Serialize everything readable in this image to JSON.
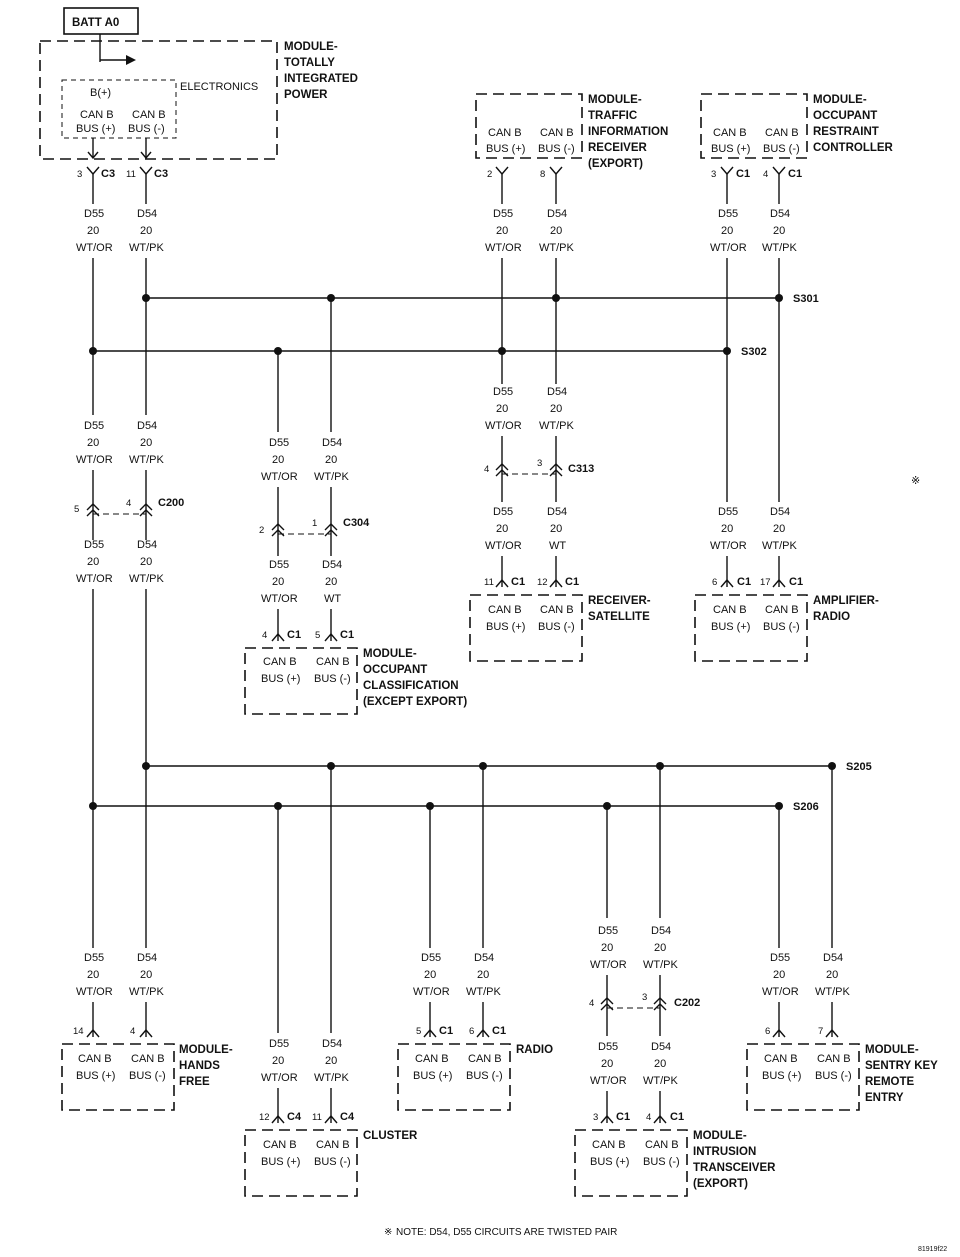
{
  "batt_label": "BATT A0",
  "electronics_label": "ELECTRONICS",
  "b_plus": "B(+)",
  "can_b": "CAN B",
  "bus_plus": "BUS (+)",
  "bus_minus": "BUS (-)",
  "modules": {
    "tipm": [
      "MODULE-",
      "TOTALLY",
      "INTEGRATED",
      "POWER"
    ],
    "traffic": [
      "MODULE-",
      "TRAFFIC",
      "INFORMATION",
      "RECEIVER",
      "(EXPORT)"
    ],
    "orc": [
      "MODULE-",
      "OCCUPANT",
      "RESTRAINT",
      "CONTROLLER"
    ],
    "receiver_sat": [
      "RECEIVER-",
      "SATELLITE"
    ],
    "amplifier": [
      "AMPLIFIER-",
      "RADIO"
    ],
    "occ_class": [
      "MODULE-",
      "OCCUPANT",
      "CLASSIFICATION",
      "(EXCEPT EXPORT)"
    ],
    "hands_free": [
      "MODULE-",
      "HANDS",
      "FREE"
    ],
    "cluster": [
      "CLUSTER"
    ],
    "radio": [
      "RADIO"
    ],
    "intrusion": [
      "MODULE-",
      "INTRUSION",
      "TRANSCEIVER",
      "(EXPORT)"
    ],
    "sentry": [
      "MODULE-",
      "SENTRY KEY",
      "REMOTE",
      "ENTRY"
    ]
  },
  "wires": {
    "d55": "D55",
    "d54": "D54",
    "gauge": "20",
    "wt_or": "WT/OR",
    "wt_pk": "WT/PK",
    "wt": "WT"
  },
  "connectors": {
    "c1": "C1",
    "c3": "C3",
    "c4": "C4",
    "c200": "C200",
    "c202": "C202",
    "c304": "C304",
    "c313": "C313"
  },
  "splices": {
    "s301": "S301",
    "s302": "S302",
    "s205": "S205",
    "s206": "S206"
  },
  "pins": {
    "tipm_l": "3",
    "tipm_r": "11",
    "traffic_l": "2",
    "traffic_r": "8",
    "orc_l": "3",
    "orc_r": "4",
    "c200_l": "5",
    "c200_r": "4",
    "c313_l": "4",
    "c313_r": "3",
    "c304_l": "2",
    "c304_r": "1",
    "rs_l": "11",
    "rs_r": "12",
    "amp_l": "6",
    "amp_r": "17",
    "oc_l": "4",
    "oc_r": "5",
    "hf_l": "14",
    "hf_r": "4",
    "cl_l": "12",
    "cl_r": "11",
    "rad_l": "5",
    "rad_r": "6",
    "c202_l": "4",
    "c202_r": "3",
    "it_l": "3",
    "it_r": "4",
    "sk_l": "6",
    "sk_r": "7"
  },
  "note_mark": "※",
  "note_text": "NOTE:  D54, D55     CIRCUITS ARE TWISTED PAIR",
  "figure_id": "81919f22"
}
